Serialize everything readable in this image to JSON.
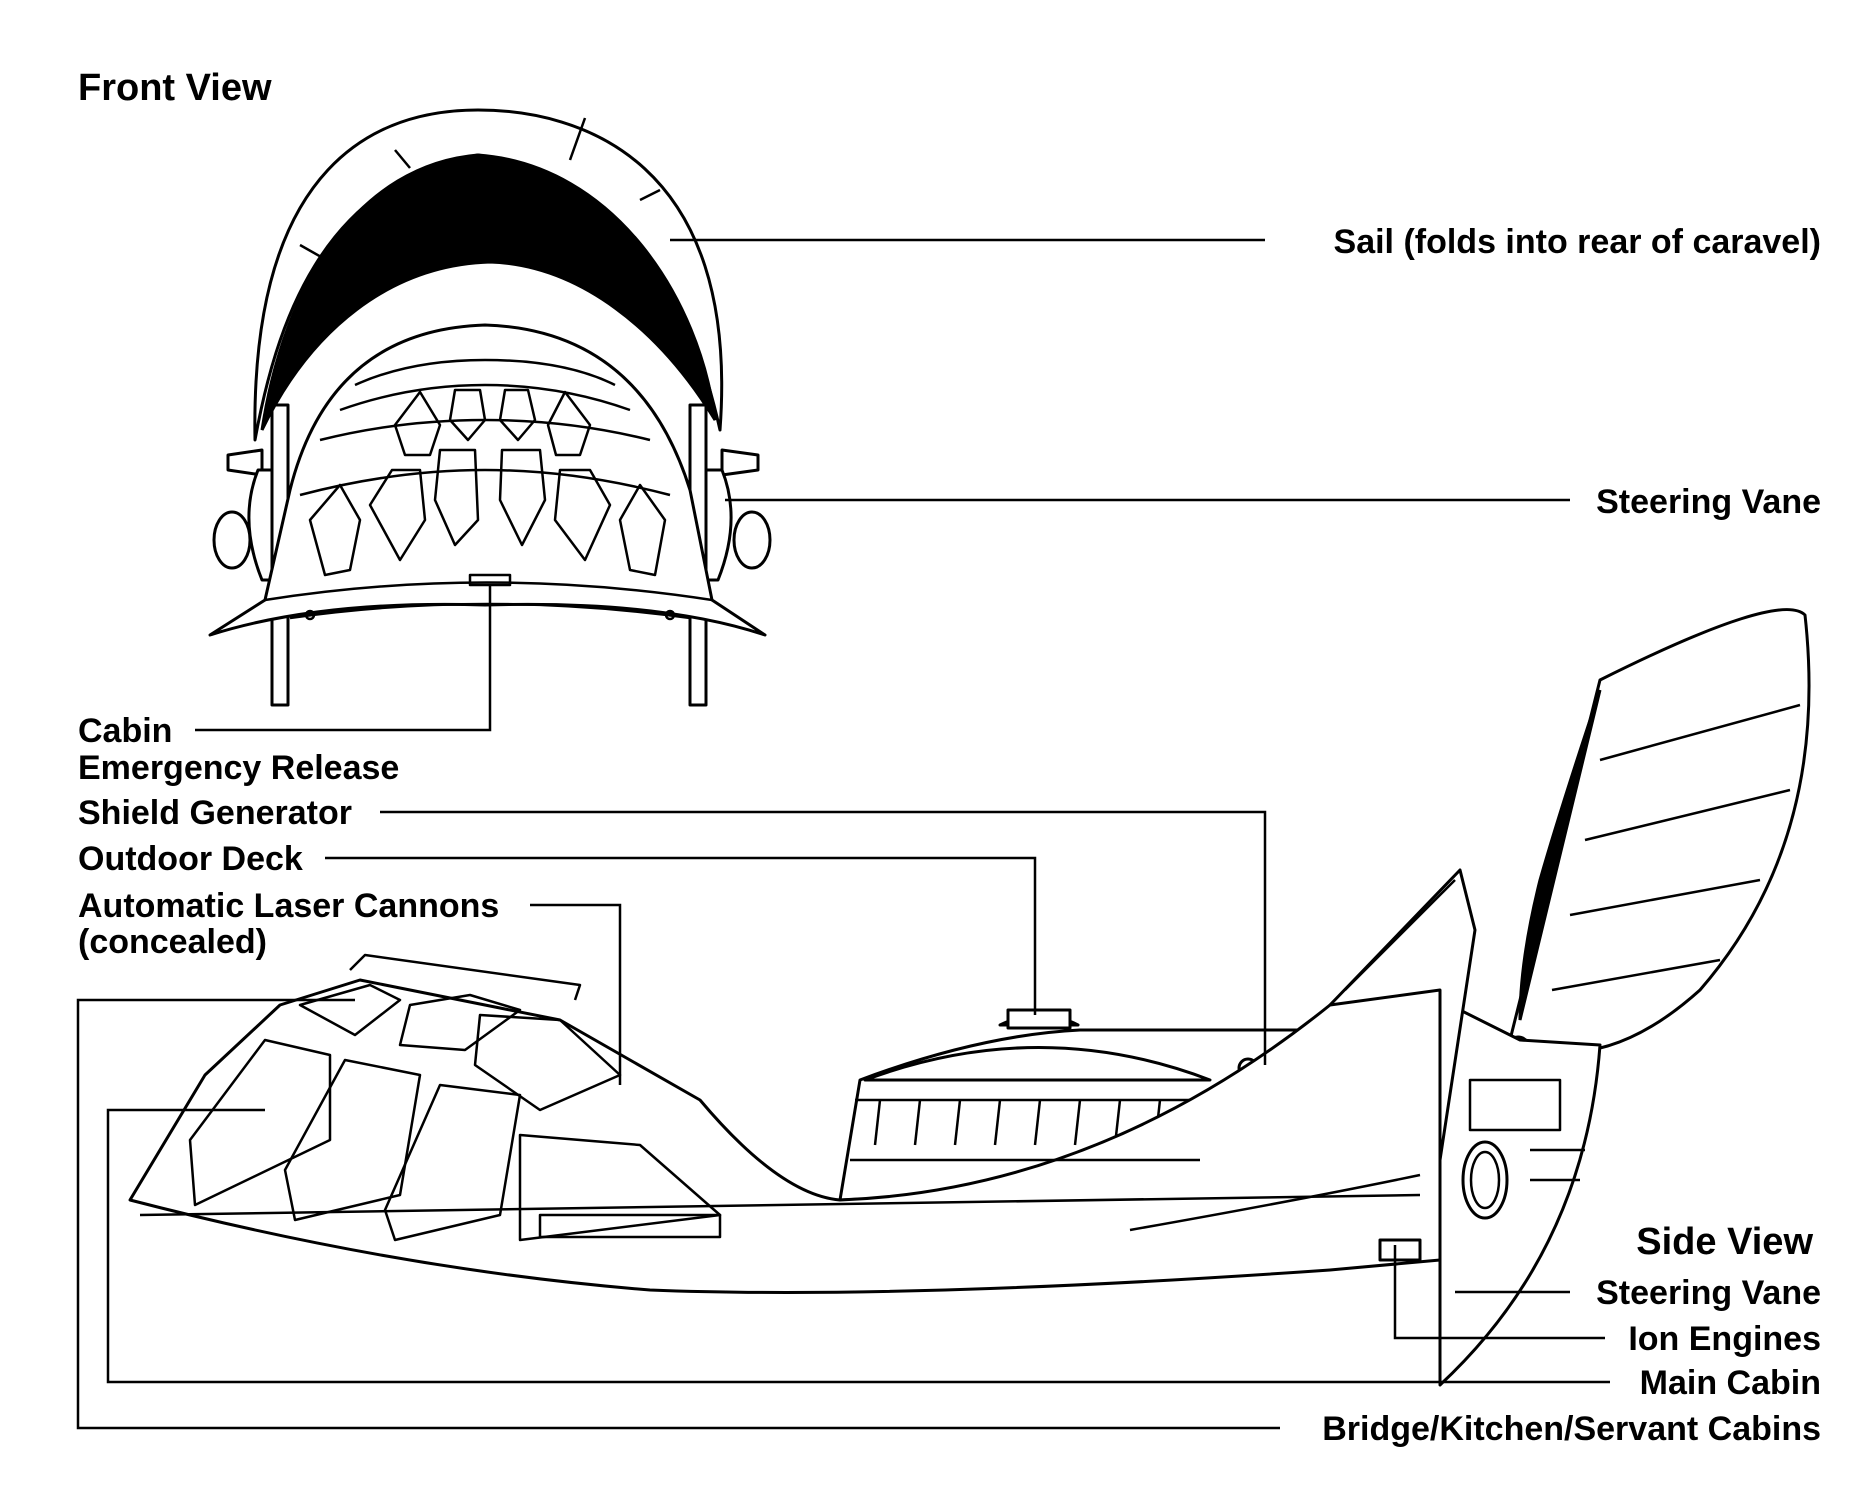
{
  "views": {
    "front": "Front View",
    "side": "Side View"
  },
  "callouts": {
    "sail": "Sail (folds into rear of caravel)",
    "steering_vane_front": "Steering Vane",
    "cabin_release_line1": "Cabin",
    "cabin_release_line2": "Emergency Release",
    "shield_generator": "Shield Generator",
    "outdoor_deck": "Outdoor Deck",
    "laser_cannons_line1": "Automatic Laser Cannons",
    "laser_cannons_line2": "(concealed)",
    "steering_vane_side": "Steering Vane",
    "ion_engines": "Ion Engines",
    "main_cabin": "Main Cabin",
    "bridge_cabins": "Bridge/Kitchen/Servant Cabins"
  },
  "colors": {
    "ink": "#000000",
    "paper": "#ffffff"
  }
}
